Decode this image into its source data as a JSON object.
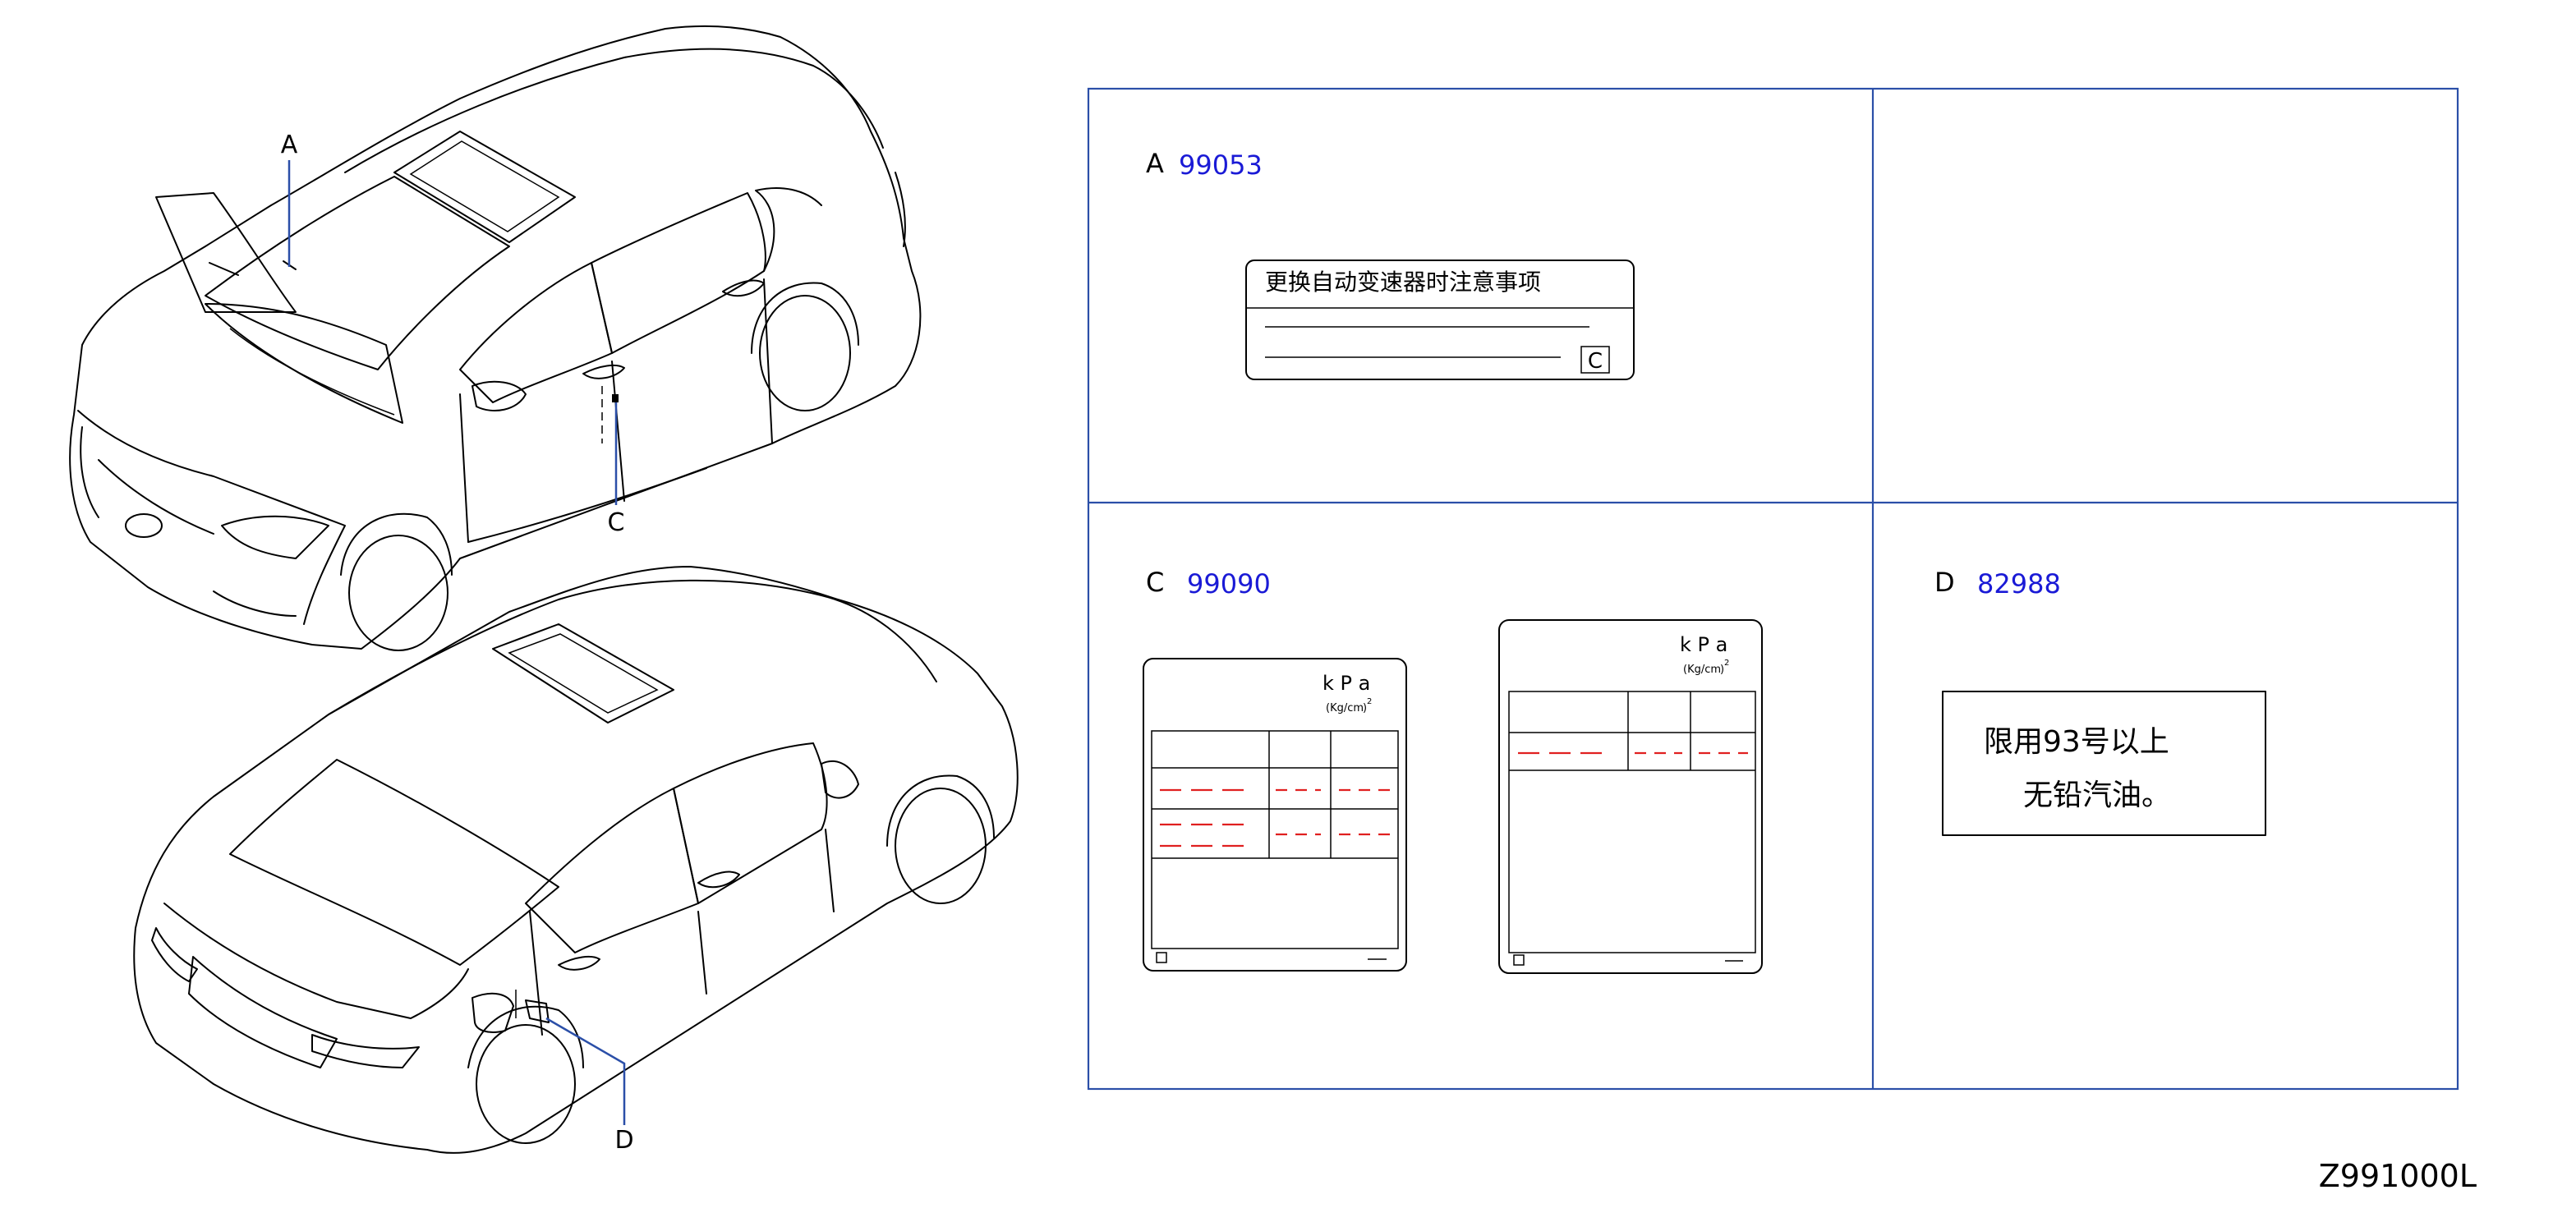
{
  "callouts": {
    "a": "A",
    "c": "C",
    "d": "D"
  },
  "panels": {
    "a": {
      "letter": "A",
      "part_number": "99053",
      "label_title": "更换自动变速器时注意事项",
      "label_mark": "C"
    },
    "c": {
      "letter": "C",
      "part_number": "99090",
      "unit_main": "k P a",
      "unit_sub": "(Kg/cm",
      "unit_sup": "2",
      "unit_close": ")"
    },
    "d": {
      "letter": "D",
      "part_number": "82988",
      "label_line1": "限用93号以上",
      "label_line2": "无铅汽油。"
    }
  },
  "drawing_id": "Z991000L",
  "colors": {
    "grid": "#2b4fa8",
    "part_number": "#1a1ad6",
    "dash": "#e02020"
  }
}
